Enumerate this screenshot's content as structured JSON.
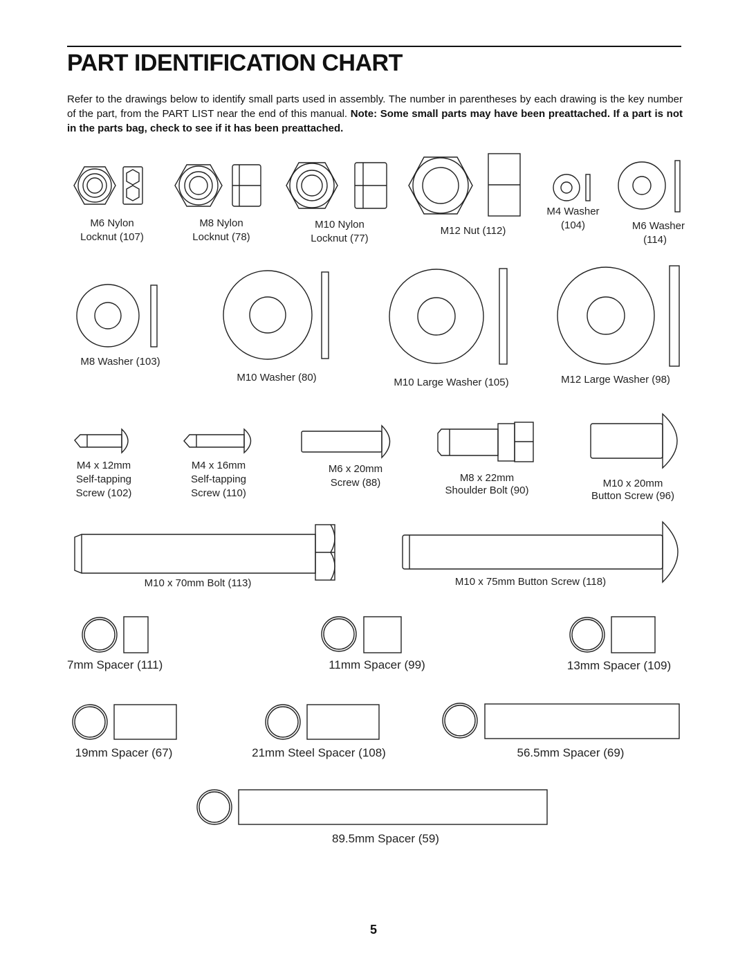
{
  "header": {
    "title": "PART IDENTIFICATION CHART"
  },
  "intro": {
    "text": "Refer to the drawings below to identify small parts used in assembly. The number in parentheses by each drawing is the key number of the part, from the PART LIST near the end of this manual. ",
    "note": "Note: Some small parts may have been preattached. If a part is not in the parts bag, check to see if it has been preattached."
  },
  "parts": {
    "m6_nylon_locknut": {
      "line1": "M6 Nylon",
      "line2": "Locknut (107)"
    },
    "m8_nylon_locknut": {
      "line1": "M8 Nylon",
      "line2": "Locknut (78)"
    },
    "m10_nylon_locknut": {
      "line1": "M10 Nylon",
      "line2": "Locknut (77)"
    },
    "m12_nut": {
      "line1": "M12 Nut (112)"
    },
    "m4_washer": {
      "line1": "M4 Washer",
      "line2": "(104)"
    },
    "m6_washer": {
      "line1": "M6 Washer",
      "line2": "(114)"
    },
    "m8_washer": {
      "line1": "M8 Washer (103)"
    },
    "m10_washer": {
      "line1": "M10 Washer (80)"
    },
    "m10_large_washer": {
      "line1": "M10 Large Washer (105)"
    },
    "m12_large_washer": {
      "line1": "M12 Large Washer (98)"
    },
    "m4x12_screw": {
      "line1": "M4 x 12mm",
      "line2": "Self-tapping",
      "line3": "Screw (102)"
    },
    "m4x16_screw": {
      "line1": "M4 x 16mm",
      "line2": "Self-tapping",
      "line3": "Screw (110)"
    },
    "m6x20_screw": {
      "line1": "M6 x 20mm",
      "line2": "Screw (88)"
    },
    "m8x22_shoulder_bolt": {
      "line1": "M8 x 22mm",
      "line2": "Shoulder Bolt (90)"
    },
    "m10x20_button_screw": {
      "line1": "M10 x 20mm",
      "line2": "Button Screw (96)"
    },
    "m10x70_bolt": {
      "line1": "M10 x 70mm Bolt (113)"
    },
    "m10x75_button_screw": {
      "line1": "M10 x 75mm Button Screw (118)"
    },
    "spacer_7mm": {
      "line1": "7mm Spacer (111)"
    },
    "spacer_11mm": {
      "line1": "11mm Spacer (99)"
    },
    "spacer_13mm": {
      "line1": "13mm Spacer (109)"
    },
    "spacer_19mm": {
      "line1": "19mm Spacer (67)"
    },
    "spacer_21mm_steel": {
      "line1": "21mm Steel Spacer (108)"
    },
    "spacer_56_5mm": {
      "line1": "56.5mm Spacer (69)"
    },
    "spacer_89_5mm": {
      "line1": "89.5mm Spacer (59)"
    }
  },
  "footer": {
    "page_number": "5"
  }
}
